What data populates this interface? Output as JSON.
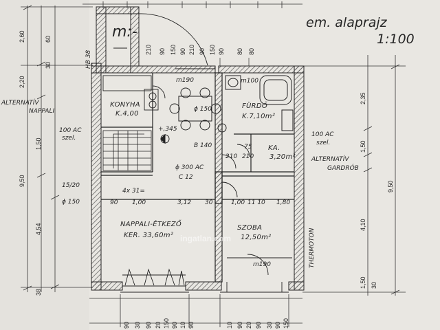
{
  "title": {
    "line1": "em. alaprajz",
    "line2": "1:100"
  },
  "rooms": {
    "wc": "m:-",
    "konyha": "KONYHA",
    "konyha_area": "K.4,00",
    "furdo": "FÜRDŐ",
    "furdo_area": "K.7,10m²",
    "kamra": "KA.",
    "kamra_area": "3,20m²",
    "nappali": "NAPPALI-ÉTKEZŐ",
    "nappali_area": "KER. 33,60m²",
    "szoba": "SZOBA",
    "szoba_area": "12,50m²",
    "thermoton": "THERMOTON",
    "hb": "HB 38"
  },
  "annotations": {
    "alt_nappali_1": "ALTERNATÍV",
    "alt_nappali_2": "NAPPALI",
    "alt_gardrob_1": "ALTERNATÍV",
    "alt_gardrob_2": "GARDRÓB",
    "ac_100_left": "100 AC",
    "szel_left": "szel.",
    "ac_100_right": "100 AC",
    "szel_right": "szel.",
    "m100": "m100",
    "m190_top": "m190",
    "m190_bottom": "m190",
    "d150_table": "ϕ 150",
    "level": "+,345",
    "b140": "B 140",
    "d300": "ϕ 300 AC",
    "c12": "C 12",
    "stair": "4x 31=",
    "d150_left": "ϕ 150",
    "n15_20": "15/20",
    "n90": "90",
    "n100": "1,00",
    "n312": "3,12",
    "n30a": "30",
    "n100b": "1,00",
    "n11_10": "11 10",
    "n180": "1,80",
    "n75": "75",
    "n210a": "210",
    "n210b": "210"
  },
  "dims_left": {
    "d260": "2,60",
    "d220": "2,20",
    "d150": "1,50",
    "d950": "9,50",
    "d454": "4,54",
    "d38": "38",
    "d60": "60",
    "d30": "30"
  },
  "dims_right": {
    "d235": "2,35",
    "d150": "1,50",
    "d950": "9,50",
    "d410": "4,10",
    "d150b": "1,50",
    "d30": "30"
  },
  "dims_top": [
    "210",
    "90",
    "150",
    "90",
    "210",
    "90",
    "150",
    "90",
    "80",
    "80"
  ],
  "dims_bottom": [
    "90",
    "30",
    "90",
    "20",
    "150",
    "90",
    "10",
    "90",
    "10",
    "90",
    "20",
    "90",
    "30",
    "90",
    "150"
  ],
  "watermark": "ingatlan.com",
  "colors": {
    "paper": "#e9e7e2",
    "ink": "#2a2a2a",
    "hatch": "#555555"
  }
}
